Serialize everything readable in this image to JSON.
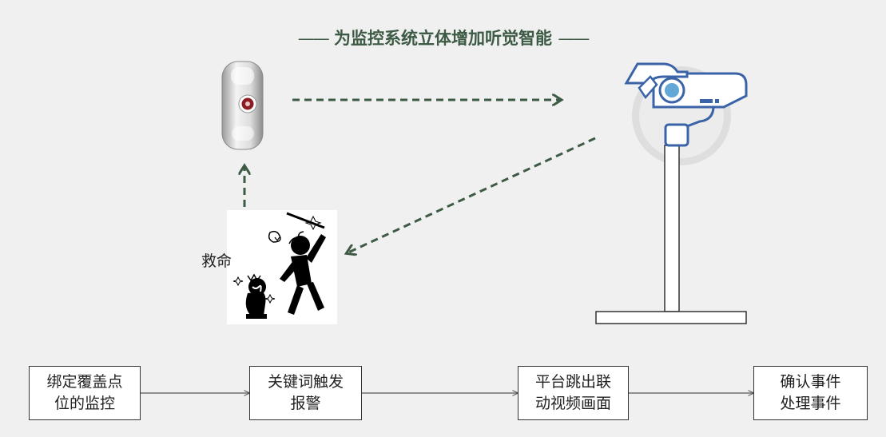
{
  "header": {
    "title": "为监控系统立体增加听觉智能",
    "dash": "——"
  },
  "scene": {
    "shout_label": "救命"
  },
  "steps": [
    {
      "label": "绑定覆盖点\n位的监控"
    },
    {
      "label": "关键词触发\n报警"
    },
    {
      "label": "平台跳出联\n动视频画面"
    },
    {
      "label": "确认事件\n处理事件"
    }
  ],
  "colors": {
    "accent": "#3d5a45",
    "camera_blue": "#3a63a8",
    "camera_light_blue": "#64a8d8",
    "lens_red": "#8a1c22"
  },
  "icons": [
    "sound-sensor-icon",
    "security-camera-icon",
    "violence-scene-icon"
  ]
}
